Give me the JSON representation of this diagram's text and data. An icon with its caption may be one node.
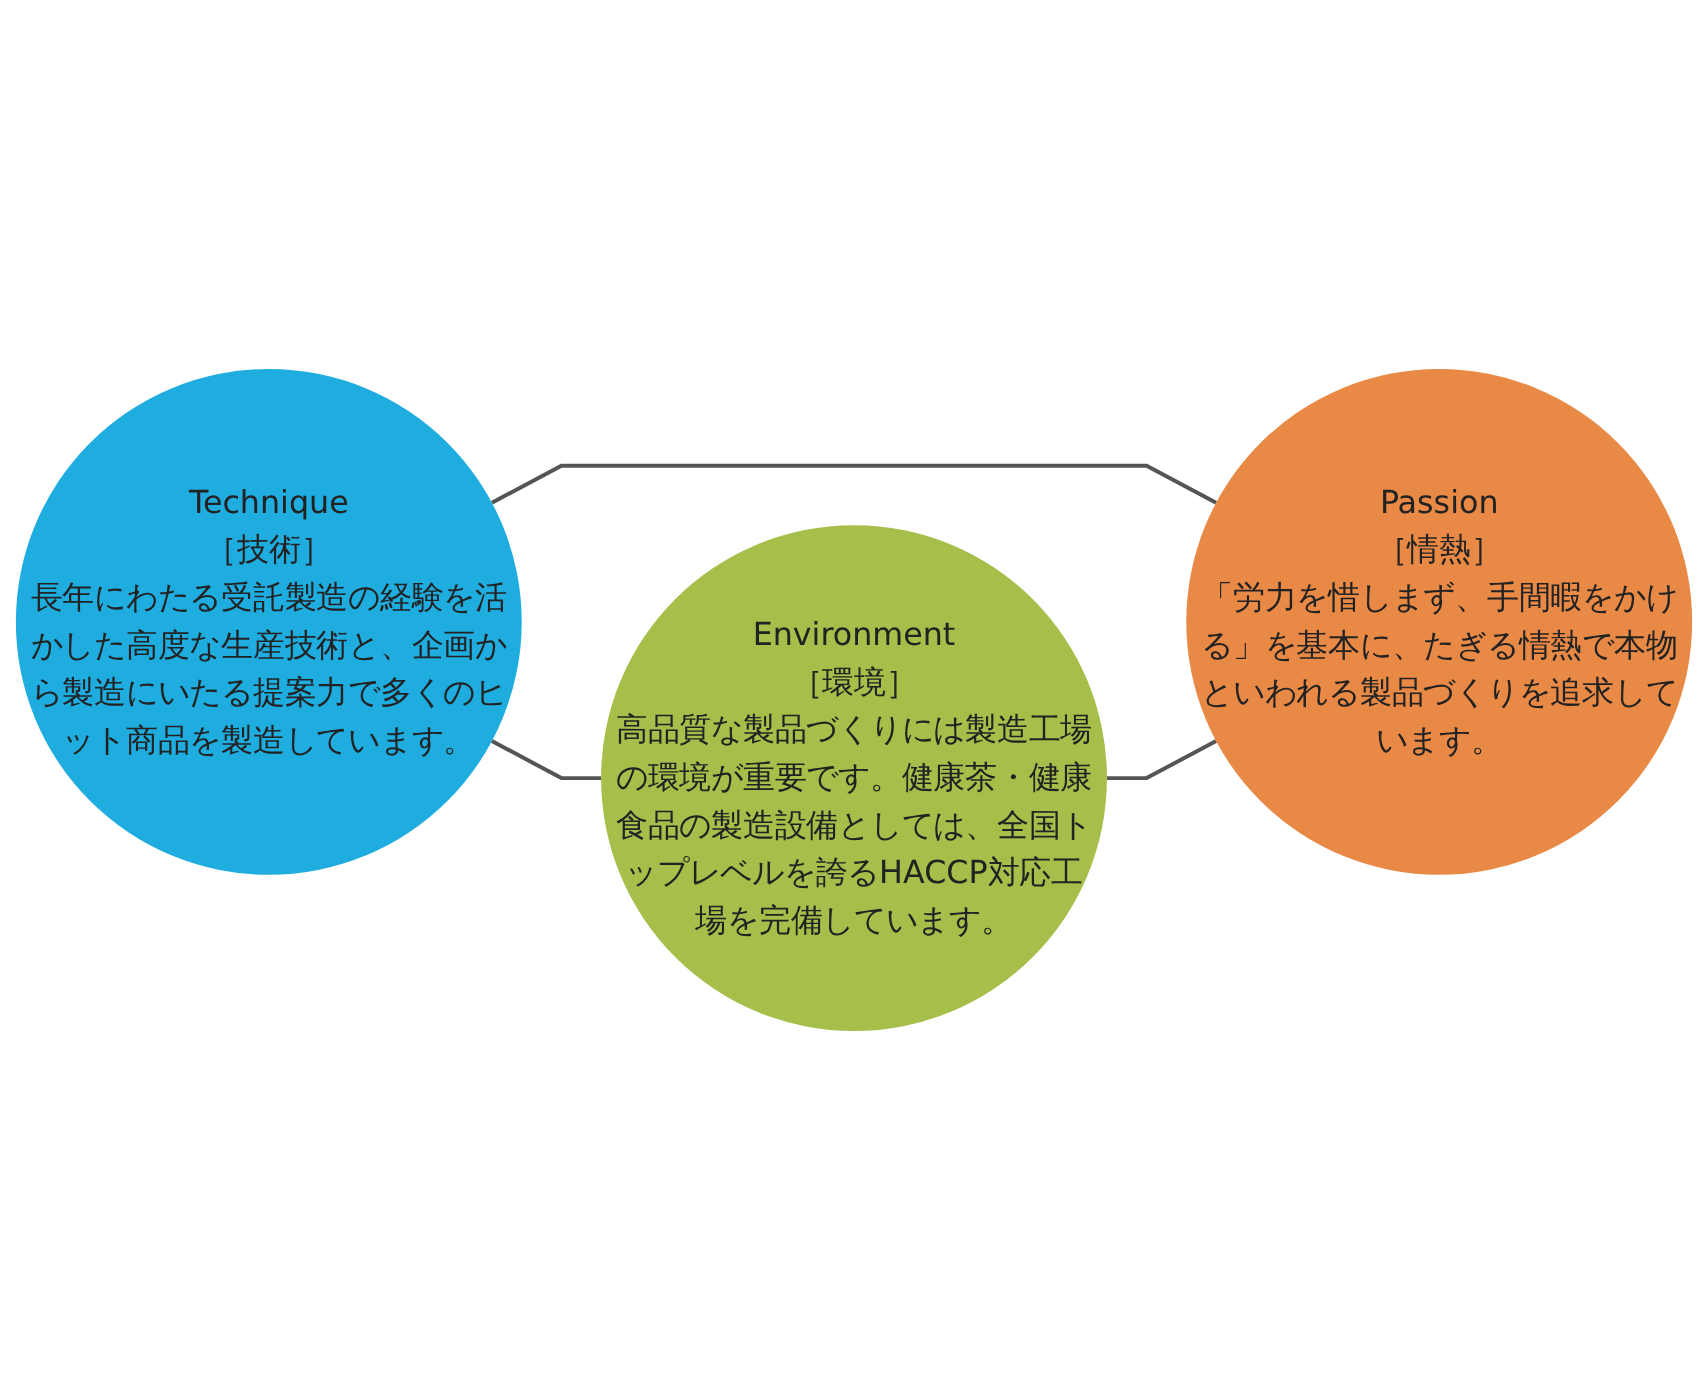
{
  "diagram": {
    "nodes": [
      {
        "text": [
          "Technique",
          "［技術］",
          "長年にわたる受託製造の経験を活かした高度な生産技術と、企画から製造にいたる提案力で多くのヒット商品を製造しています。"
        ]
      },
      {
        "text": [
          "Environment",
          "［環境］",
          "高品質な製品づくりには製造工場の環境が重要です。健康茶・健康食品の製造設備としては、全国トップレベルを誇るHACCP対応工場を完備しています。"
        ]
      },
      {
        "text": [
          "Passion",
          "［情熱］",
          "「労力を惜しまず、手間暇をかける」を基本に、たぎる情熱で本物といわれる製品づくりを追求しています。"
        ]
      }
    ],
    "edges": [
      {
        "from": 0,
        "to": 1,
        "arrow": "none"
      },
      {
        "from": 0,
        "to": 2,
        "arrow": "none"
      },
      {
        "from": 1,
        "to": 2,
        "arrow": "none"
      }
    ]
  }
}
